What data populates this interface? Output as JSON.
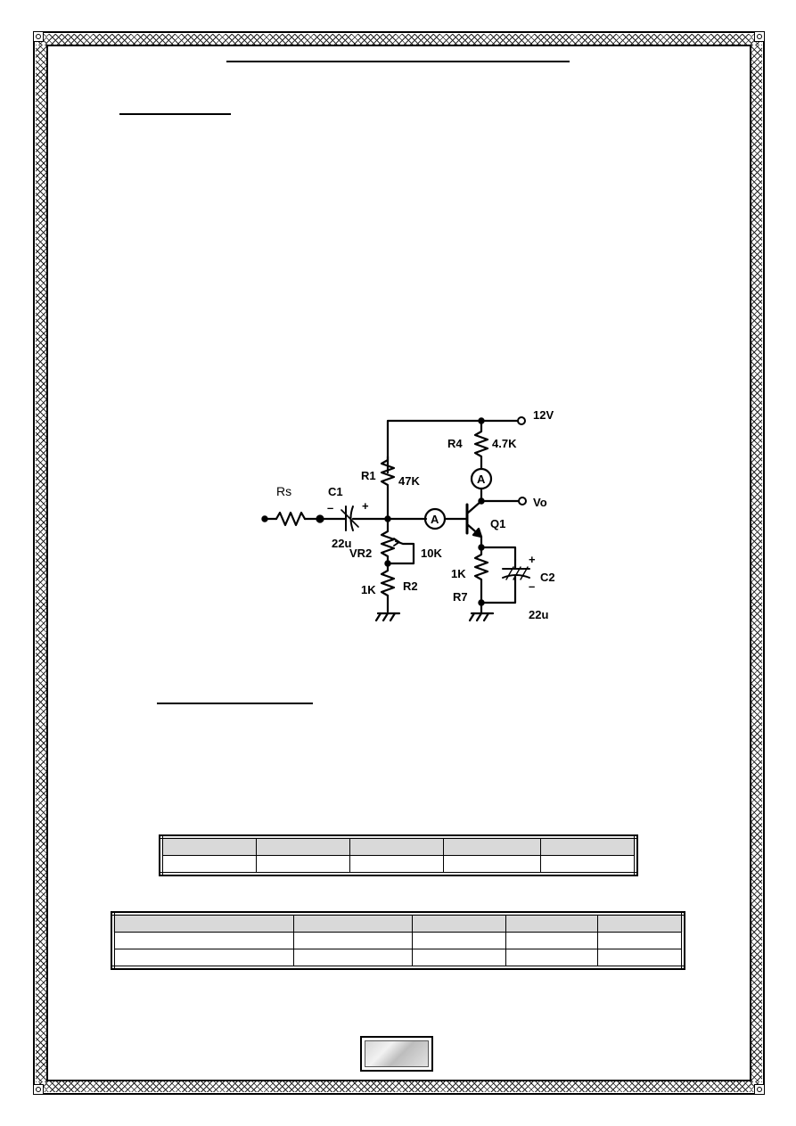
{
  "schematic": {
    "supply_label": "12V",
    "output_label": "Vo",
    "source_resistor": "Rs",
    "c1_label": "C1",
    "c1_value": "22u",
    "r1_label": "R1",
    "r1_value": "47K",
    "vr2_label": "VR2",
    "vr2_value": "10K",
    "r2_label": "R2",
    "r2_value": "1K",
    "r4_label": "R4",
    "r4_value": "4.7K",
    "q1_label": "Q1",
    "r7_label": "R7",
    "r7_value": "1K",
    "c2_label": "C2",
    "c2_value": "22u",
    "ammeter_symbol": "A",
    "plus": "+",
    "minus": "–"
  },
  "table1": {
    "rows": 2,
    "cols": 5
  },
  "table2": {
    "rows": 3,
    "cols": 5
  }
}
